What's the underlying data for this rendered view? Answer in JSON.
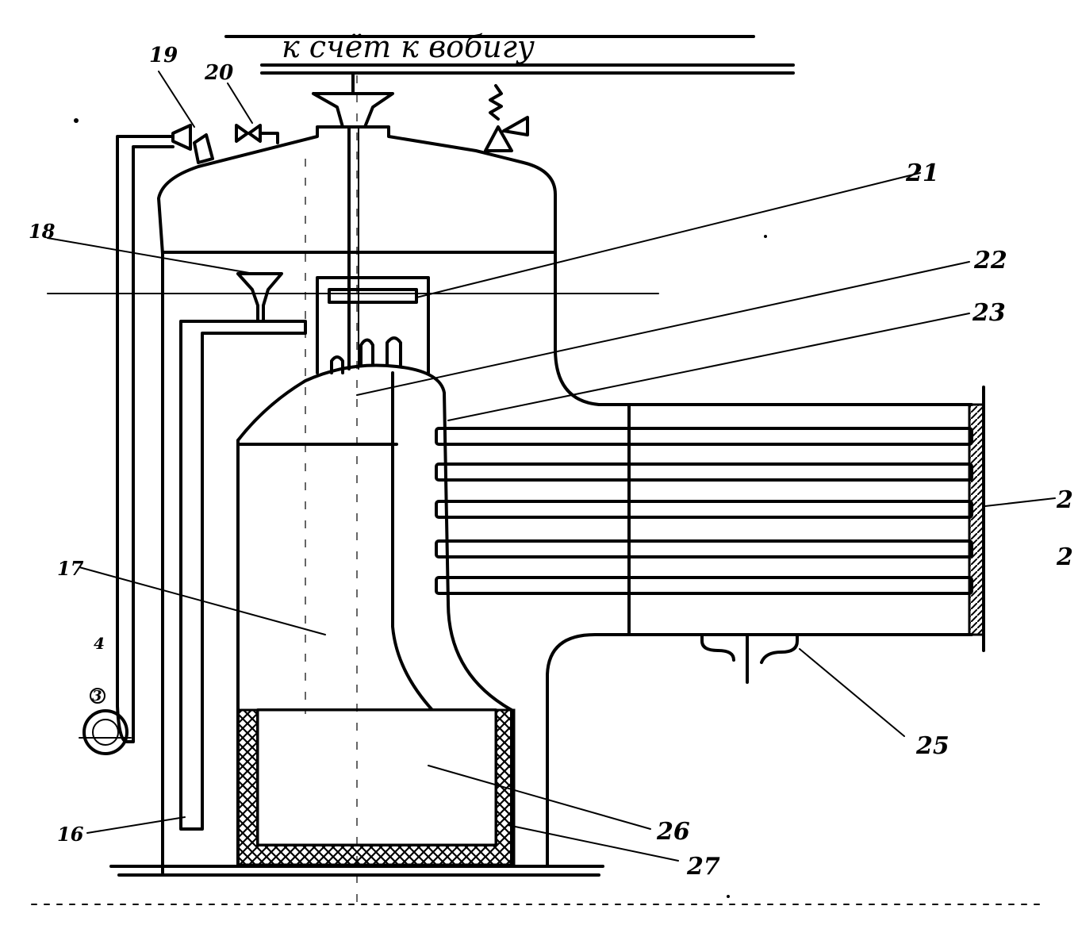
{
  "diagram": {
    "caption": "к счёт к вобигу",
    "labels": {
      "l16": "16",
      "l17": "17",
      "l18": "18",
      "l19": "19",
      "l20": "20",
      "l21": "21",
      "l22": "22",
      "l23": "23",
      "l24": "2",
      "l24b": "2",
      "l25": "25",
      "l26": "26",
      "l27": "27",
      "l_gauge": "3",
      "l_small": "4"
    }
  }
}
